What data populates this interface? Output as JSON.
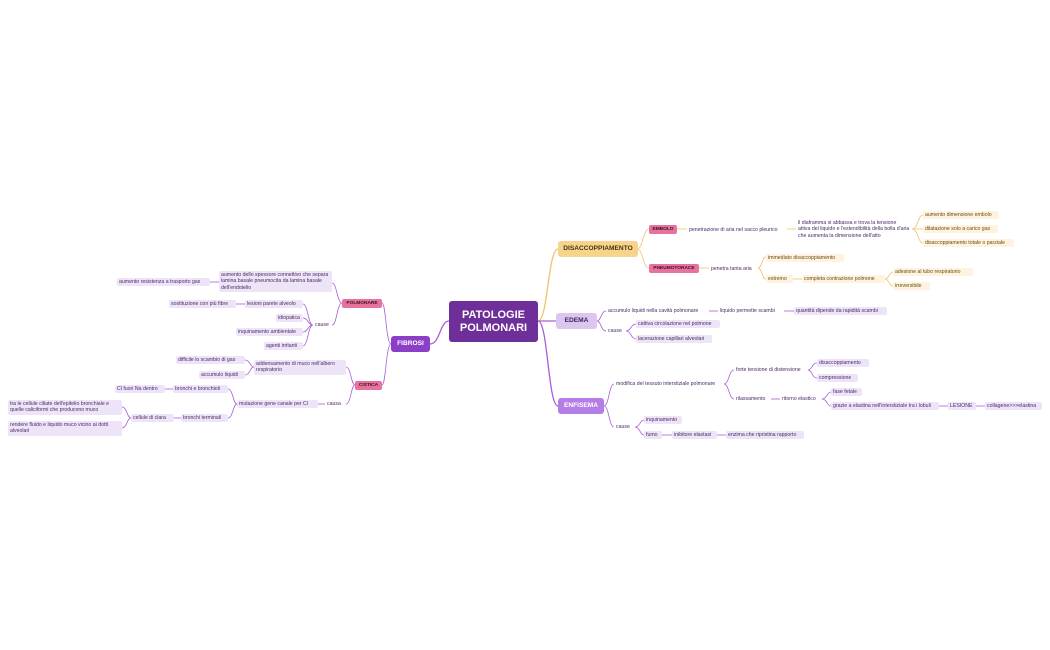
{
  "root": {
    "line1": "PATOLOGIE",
    "line2": "POLMONARI"
  },
  "disaccoppiamento": {
    "title": "DISACCOPPIAMENTO",
    "embolo": {
      "label": "EMBOLO",
      "penetrazione": "penetrazione di aria nel sacco pleurico",
      "diaframma": "il diaframma si abbassa e trova la tensione attiva del liquido e l'estendibilità della bolla d'aria che aumenta la dimensione dell'atto",
      "aumento": "aumento dimensione embolo",
      "dilatazione": "dilatazione solo a carico gas",
      "totale": "disaccoppiamento totale o parziale"
    },
    "pneumotorace": {
      "label": "PNEUMOTORACE",
      "penetra": "penetra tanta aria",
      "immediato": "immediato disaccoppiamento",
      "estremo": "estremo",
      "completa": "completa contrazione polmone",
      "adesione": "adesione al tubo respiratorio",
      "irreversibile": "irreversibile"
    }
  },
  "edema": {
    "title": "EDEMA",
    "accumulo": "accumulo liquidi nella cavità polmonare",
    "liquido": "liquido permette scambi",
    "quantita": "quantità dipende da rapidità scambi",
    "cause": "cause",
    "cattiva": "cattiva circolazione nel polmone",
    "lacerazione": "lacerazione capillari alveolari"
  },
  "enfisema": {
    "title": "ENFISEMA",
    "modifica": "modifica del tessuto interstiziale polmonare",
    "forte": "forte tensione di distensione",
    "disacc": "disaccoppiamento",
    "compressione": "compressione",
    "rilassamento": "rilassamento",
    "ritorno": "ritorno elastico",
    "fase": "fase fetale",
    "grazie": "grazie a elastina nell'interstiziale tra i lobuli",
    "lesione": "LESIONE",
    "collagene": "collagene>>>elastina",
    "cause": "cause",
    "inquinamento": "inquinamento",
    "fumo": "fumo",
    "inibitore": "inibitore elastasi",
    "enzima": "enzima che ripristina rapporto"
  },
  "fibrosi": {
    "title": "FIBROSI",
    "polmonare": {
      "label": "POLMONARE",
      "aumento_spessore": "aumento dello spessore connettivo che separa lamina basale pneumocita da lamina basale dell'endotelio",
      "resistenza": "aumento resistenza a trasporto gas",
      "cause": "cause",
      "lesioni": "lesioni parete alveolo",
      "sostituzione": "sostituzione con più fibre",
      "idiopatica": "idiopatica",
      "inquinamento": "inquinamento ambientale",
      "agenti": "agenti irritanti"
    },
    "cistica": {
      "label": "CISTICA",
      "addensamento": "addensamento di muco nell'albero respiratorio",
      "difficile": "difficile lo scambio di gas",
      "accumulo": "accumulo liquidi",
      "causa": "causa",
      "mutazione": "mutazione gene canale per Cl",
      "bronchi": "bronchi e bronchioli",
      "cl": "Cl fuori Na dentro",
      "terminali": "bronchi terminali",
      "clara": "cellule di clara",
      "ciliate": "tra le cellule ciliate dell'epitelio bronchiale e quelle caliciformi che producono muco",
      "rendere": "rendere fluido e liquido muco vicino ai dotti alveolari"
    }
  },
  "colors": {
    "purple": "#a85fd8",
    "yellow": "#f0c36a",
    "root": "#6e2f9a"
  }
}
